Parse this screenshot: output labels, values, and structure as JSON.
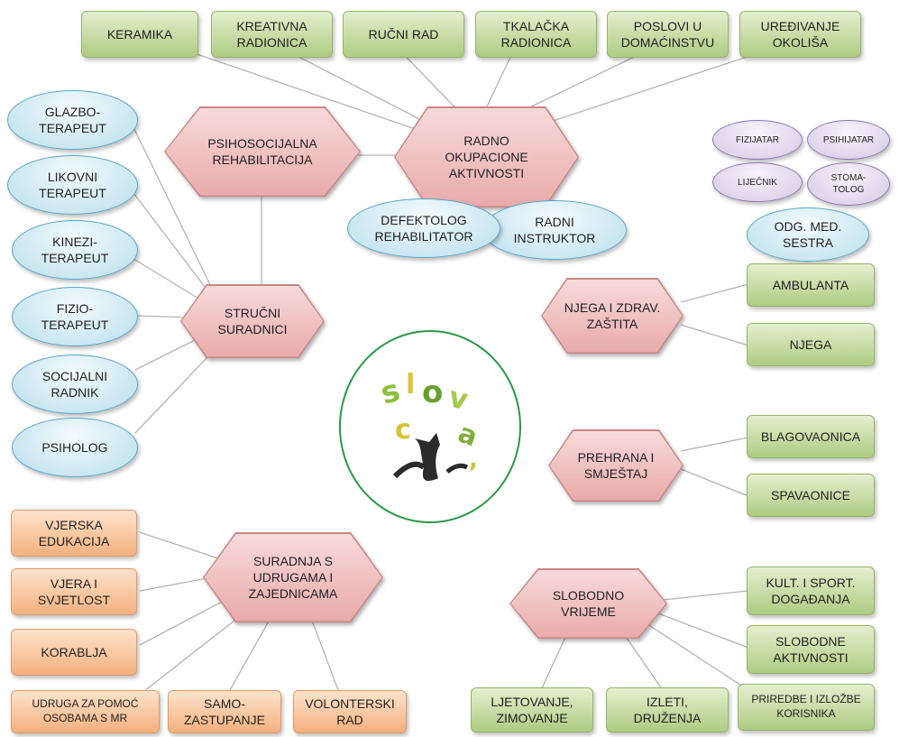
{
  "top_activities": [
    "KERAMIKA",
    "KREATIVNA\nRADIONICA",
    "RUČNI RAD",
    "TKALAČKA\nRADIONICA",
    "POSLOVI U\nDOMAĆINSTVU",
    "UREĐIVANJE\nOKOLIŠA"
  ],
  "hubs": {
    "radno": "RADNO\nOKUPACIONE\nAKTIVNOSTI",
    "psihosocijalna": "PSIHOSOCIJALNA\nREHABILITACIJA",
    "strucni": "STRUČNI\nSURADNICI",
    "njega": "NJEGA I ZDRAV.\nZAŠTITA",
    "prehrana": "PREHRANA I\nSMJEŠTAJ",
    "suradnja": "SURADNJA S\nUDRUGAMA I\nZAJEDNICAMA",
    "slobodno": "SLOBODNO\nVRIJEME"
  },
  "radno_staff": [
    "DEFEKTOLOG\nREHABILITATOR",
    "RADNI\nINSTRUKTOR"
  ],
  "strucni_staff": [
    "GLAZBO-\nTERAPEUT",
    "LIKOVNI\nTERAPEUT",
    "KINEZI-\nTERAPEUT",
    "FIZIO-\nTERAPEUT",
    "SOCIJALNI\nRADNIK",
    "PSIHOLOG"
  ],
  "medical_staff": [
    "FIZIJATAR",
    "PSIHIJATAR",
    "LIJEČNIK",
    "STOMA-\nTOLOG"
  ],
  "nurse": "ODG. MED.\nSESTRA",
  "njega_items": [
    "AMBULANTA",
    "NJEGA"
  ],
  "prehrana_items": [
    "BLAGOVAONICA",
    "SPAVAONICE"
  ],
  "suradnja_items": [
    "VJERSKA\nEDUKACIJA",
    "VJERA I\nSVJETLOST",
    "KORABLJA",
    "UDRUGA ZA POMOĆ\nOSOBAMA S MR",
    "SAMO-\nZASTUPANJE",
    "VOLONTERSKI\nRAD"
  ],
  "slobodno_items": [
    "KULT. I SPORT.\nDOGAĐANJA",
    "SLOBODNE\nAKTIVNOSTI",
    "PRIREDBE I IZLOŽBE\nKORISNIKA",
    "IZLETI,\nDRUŽENJA",
    "LJETOVANJE,\nZIMOVANJE"
  ],
  "colors": {
    "green": "#aecb82",
    "orange": "#f4b07e",
    "blue": "#b9deec",
    "purple": "#d6c9e6",
    "hex": "#e9aaaa",
    "logo_ring": "#2a9a45",
    "line": "#b0b0b0"
  }
}
